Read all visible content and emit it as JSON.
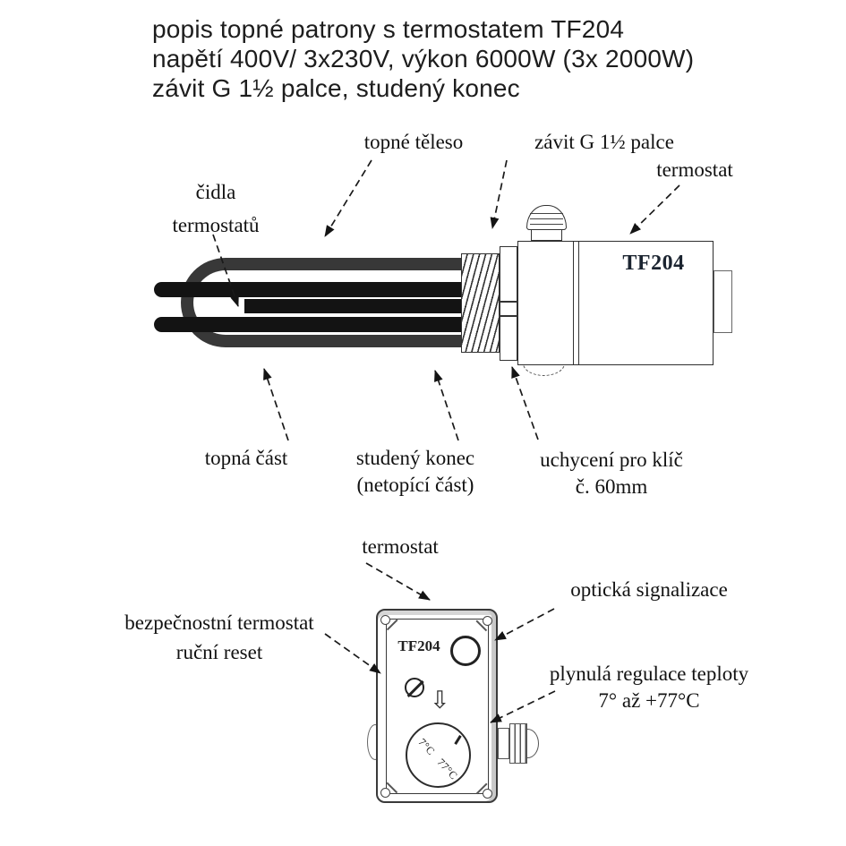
{
  "title": {
    "line1": "popis topné patrony s termostatem TF204",
    "line2": "napětí 400V/ 3x230V, výkon 6000W (3x 2000W)",
    "line3": "závit G 1½ palce, studený konec"
  },
  "main_diagram": {
    "part_label": "TF204",
    "labels": {
      "heating_body": "topné těleso",
      "thread": "závit G 1½ palce",
      "thermostat": "termostat",
      "sensors_line1": "čidla",
      "sensors_line2": "termostatů",
      "heating_part": "topná část",
      "cold_end_line1": "studený konec",
      "cold_end_line2": "(netopící část)",
      "wrench_line1": "uchycení pro klíč",
      "wrench_line2": "č. 60mm"
    }
  },
  "thermostat_detail": {
    "part_label": "TF204",
    "dial_text": "7°C 77°C",
    "down_arrow_icon": "⇩",
    "labels": {
      "thermostat": "termostat",
      "optical_signal": "optická signalizace",
      "safety_line1": "bezpečnostní termostat",
      "safety_line2": "ruční reset",
      "regulation_line1": "plynulá regulace teploty",
      "regulation_line2": "7° až +77°C"
    }
  },
  "colors": {
    "ink": "#1d1d1d",
    "outline": "#333333",
    "tube_dark": "#383838",
    "tube_black": "#131313",
    "background": "#ffffff"
  }
}
